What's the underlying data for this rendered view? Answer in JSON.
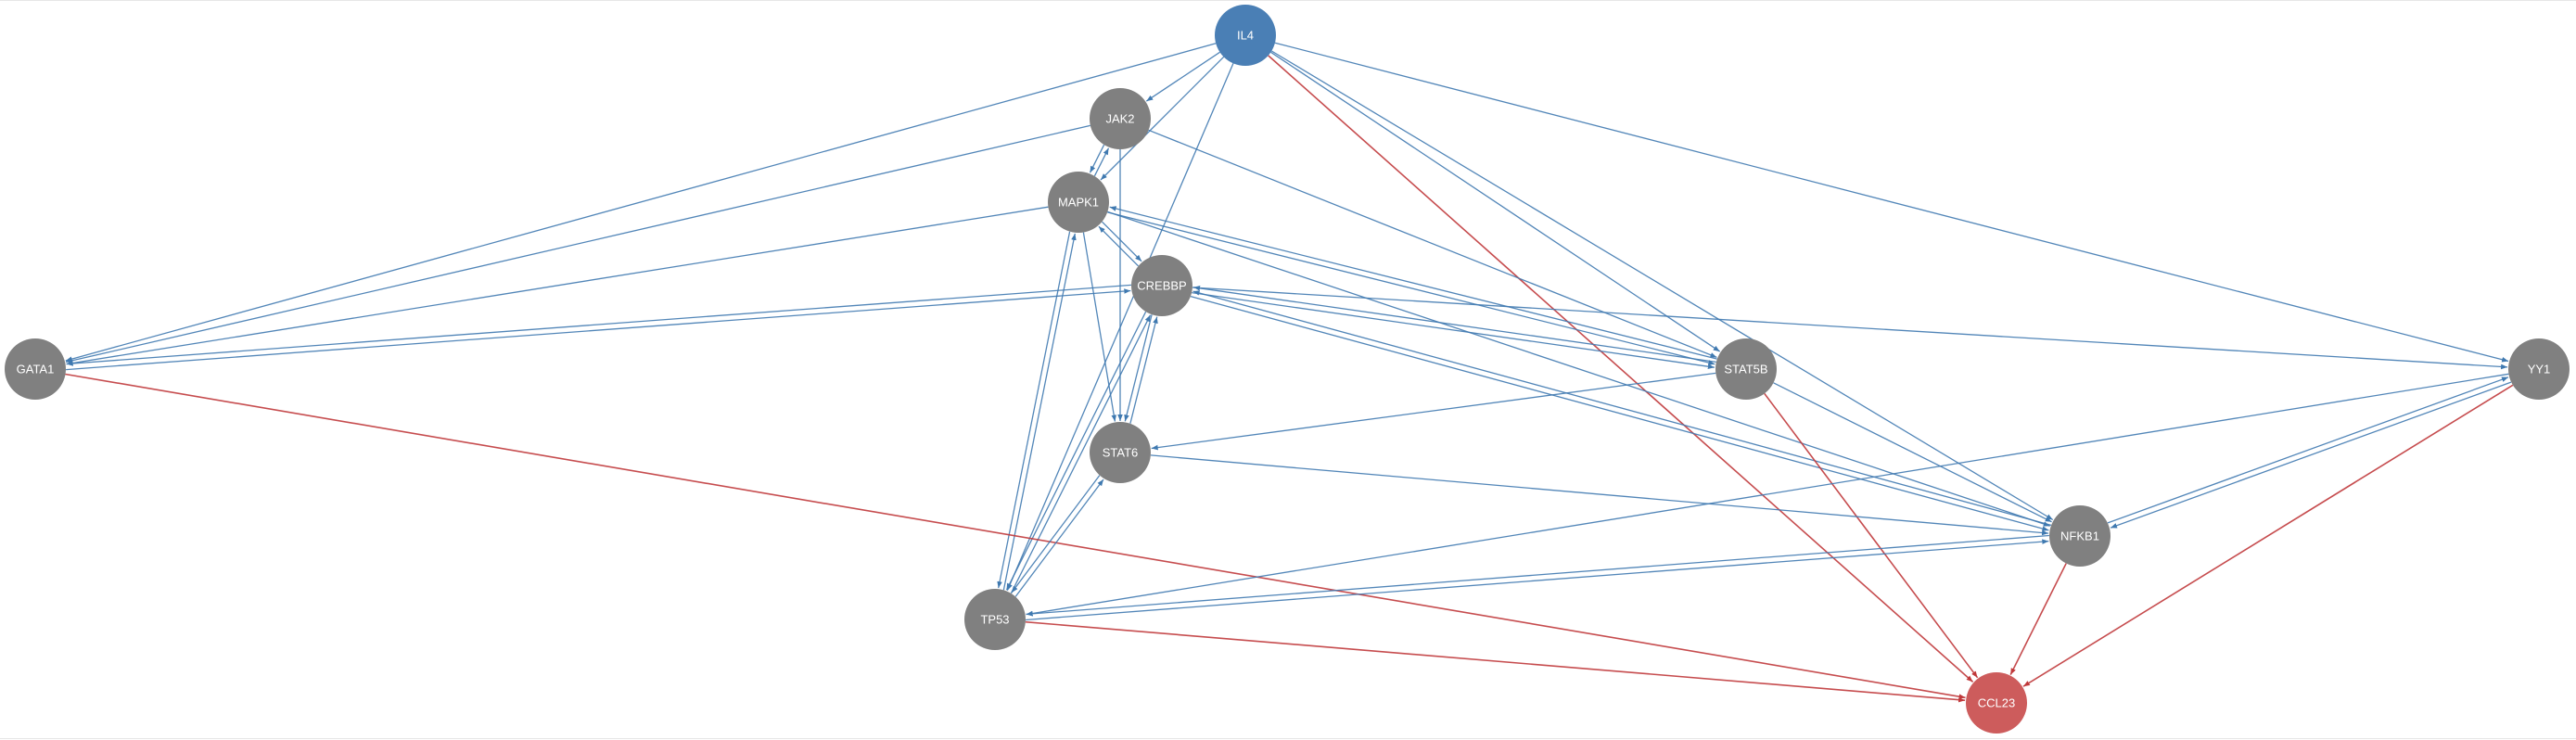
{
  "colors": {
    "source_node": "#4a7fb5",
    "target_node": "#cd5c5c",
    "intermediate_node": "#808080",
    "edge_blue": "#3f79b0",
    "edge_red": "#c0393b",
    "label": "#ffffff"
  },
  "nodes": [
    {
      "id": "IL4",
      "label": "IL4",
      "role": "source_node"
    },
    {
      "id": "JAK2",
      "label": "JAK2",
      "role": "intermediate_node"
    },
    {
      "id": "MAPK1",
      "label": "MAPK1",
      "role": "intermediate_node"
    },
    {
      "id": "CREBBP",
      "label": "CREBBP",
      "role": "intermediate_node"
    },
    {
      "id": "GATA1",
      "label": "GATA1",
      "role": "intermediate_node"
    },
    {
      "id": "STAT5B",
      "label": "STAT5B",
      "role": "intermediate_node"
    },
    {
      "id": "STAT6",
      "label": "STAT6",
      "role": "intermediate_node"
    },
    {
      "id": "YY1",
      "label": "YY1",
      "role": "intermediate_node"
    },
    {
      "id": "NFKB1",
      "label": "NFKB1",
      "role": "intermediate_node"
    },
    {
      "id": "TP53",
      "label": "TP53",
      "role": "intermediate_node"
    },
    {
      "id": "CCL23",
      "label": "CCL23",
      "role": "target_node"
    }
  ],
  "edges": [
    {
      "from": "IL4",
      "to": "JAK2",
      "color": "edge_blue"
    },
    {
      "from": "IL4",
      "to": "MAPK1",
      "color": "edge_blue"
    },
    {
      "from": "IL4",
      "to": "GATA1",
      "color": "edge_blue"
    },
    {
      "from": "IL4",
      "to": "STAT5B",
      "color": "edge_blue"
    },
    {
      "from": "IL4",
      "to": "NFKB1",
      "color": "edge_blue"
    },
    {
      "from": "IL4",
      "to": "YY1",
      "color": "edge_blue"
    },
    {
      "from": "IL4",
      "to": "TP53",
      "color": "edge_blue"
    },
    {
      "from": "IL4",
      "to": "CCL23",
      "color": "edge_red"
    },
    {
      "from": "JAK2",
      "to": "GATA1",
      "color": "edge_blue"
    },
    {
      "from": "JAK2",
      "to": "MAPK1",
      "color": "edge_blue"
    },
    {
      "from": "MAPK1",
      "to": "JAK2",
      "color": "edge_blue"
    },
    {
      "from": "JAK2",
      "to": "STAT6",
      "color": "edge_blue"
    },
    {
      "from": "JAK2",
      "to": "STAT5B",
      "color": "edge_blue"
    },
    {
      "from": "MAPK1",
      "to": "GATA1",
      "color": "edge_blue"
    },
    {
      "from": "MAPK1",
      "to": "CREBBP",
      "color": "edge_blue"
    },
    {
      "from": "CREBBP",
      "to": "MAPK1",
      "color": "edge_blue"
    },
    {
      "from": "MAPK1",
      "to": "STAT5B",
      "color": "edge_blue"
    },
    {
      "from": "STAT5B",
      "to": "MAPK1",
      "color": "edge_blue"
    },
    {
      "from": "MAPK1",
      "to": "STAT6",
      "color": "edge_blue"
    },
    {
      "from": "MAPK1",
      "to": "NFKB1",
      "color": "edge_blue"
    },
    {
      "from": "MAPK1",
      "to": "TP53",
      "color": "edge_blue"
    },
    {
      "from": "TP53",
      "to": "MAPK1",
      "color": "edge_blue"
    },
    {
      "from": "CREBBP",
      "to": "GATA1",
      "color": "edge_blue"
    },
    {
      "from": "GATA1",
      "to": "CREBBP",
      "color": "edge_blue"
    },
    {
      "from": "CREBBP",
      "to": "STAT5B",
      "color": "edge_blue"
    },
    {
      "from": "STAT5B",
      "to": "CREBBP",
      "color": "edge_blue"
    },
    {
      "from": "CREBBP",
      "to": "STAT6",
      "color": "edge_blue"
    },
    {
      "from": "STAT6",
      "to": "CREBBP",
      "color": "edge_blue"
    },
    {
      "from": "CREBBP",
      "to": "YY1",
      "color": "edge_blue"
    },
    {
      "from": "CREBBP",
      "to": "NFKB1",
      "color": "edge_blue"
    },
    {
      "from": "NFKB1",
      "to": "CREBBP",
      "color": "edge_blue"
    },
    {
      "from": "CREBBP",
      "to": "TP53",
      "color": "edge_blue"
    },
    {
      "from": "TP53",
      "to": "CREBBP",
      "color": "edge_blue"
    },
    {
      "from": "GATA1",
      "to": "CCL23",
      "color": "edge_red"
    },
    {
      "from": "STAT5B",
      "to": "STAT6",
      "color": "edge_blue"
    },
    {
      "from": "STAT5B",
      "to": "NFKB1",
      "color": "edge_blue"
    },
    {
      "from": "STAT5B",
      "to": "CCL23",
      "color": "edge_red"
    },
    {
      "from": "STAT6",
      "to": "NFKB1",
      "color": "edge_blue"
    },
    {
      "from": "STAT6",
      "to": "TP53",
      "color": "edge_blue"
    },
    {
      "from": "TP53",
      "to": "STAT6",
      "color": "edge_blue"
    },
    {
      "from": "YY1",
      "to": "NFKB1",
      "color": "edge_blue"
    },
    {
      "from": "NFKB1",
      "to": "YY1",
      "color": "edge_blue"
    },
    {
      "from": "YY1",
      "to": "TP53",
      "color": "edge_blue"
    },
    {
      "from": "YY1",
      "to": "CCL23",
      "color": "edge_red"
    },
    {
      "from": "NFKB1",
      "to": "TP53",
      "color": "edge_blue"
    },
    {
      "from": "TP53",
      "to": "NFKB1",
      "color": "edge_blue"
    },
    {
      "from": "NFKB1",
      "to": "CCL23",
      "color": "edge_red"
    },
    {
      "from": "TP53",
      "to": "CCL23",
      "color": "edge_red"
    }
  ]
}
